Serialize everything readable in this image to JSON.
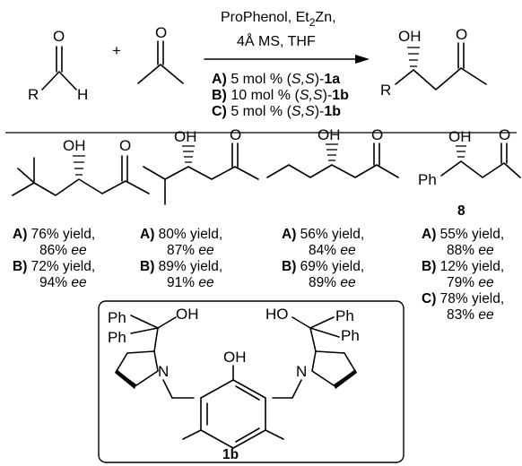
{
  "reaction": {
    "reagent_aldehyde_R": "R",
    "reagent_aldehyde_O": "O",
    "reagent_aldehyde_H": "H",
    "plus": "+",
    "reagent_ketone_O": "O",
    "conditions_line1_a": "ProPhenol, Et",
    "conditions_line1_sub": "2",
    "conditions_line1_b": "Zn,",
    "conditions_line2": "4Å MS, THF",
    "catalyst_options": [
      {
        "label": "A)",
        "amount": " 5 mol % (",
        "stereo": "S,S",
        "close": ")-",
        "catalyst": "1a"
      },
      {
        "label": "B)",
        "amount": " 10 mol % (",
        "stereo": "S,S",
        "close": ")-",
        "catalyst": "1b"
      },
      {
        "label": "C)",
        "amount": " 5 mol % (",
        "stereo": "S,S",
        "close": ")-",
        "catalyst": "1b"
      }
    ],
    "product_R": "R",
    "product_OH": "OH",
    "product_O": "O"
  },
  "examples": [
    {
      "atoms": {
        "oh": "OH",
        "o": "O"
      },
      "results": [
        {
          "label": "A)",
          "yield": " 76% yield,",
          "ee_value": "86% ",
          "ee_unit": "ee"
        },
        {
          "label": "B)",
          "yield": " 72% yield,",
          "ee_value": "94% ",
          "ee_unit": "ee"
        }
      ]
    },
    {
      "atoms": {
        "oh": "OH",
        "o": "O"
      },
      "results": [
        {
          "label": "A)",
          "yield": " 80% yield,",
          "ee_value": "87% ",
          "ee_unit": "ee"
        },
        {
          "label": "B)",
          "yield": " 89% yield,",
          "ee_value": "91% ",
          "ee_unit": "ee"
        }
      ]
    },
    {
      "atoms": {
        "oh": "OH",
        "o": "O"
      },
      "results": [
        {
          "label": "A)",
          "yield": " 56% yield,",
          "ee_value": "84% ",
          "ee_unit": "ee"
        },
        {
          "label": "B)",
          "yield": " 69% yield,",
          "ee_value": "89% ",
          "ee_unit": "ee"
        }
      ]
    },
    {
      "atoms": {
        "oh": "OH",
        "o": "O",
        "ph": "Ph"
      },
      "compound_number": "8",
      "results": [
        {
          "label": "A)",
          "yield": " 55% yield,",
          "ee_value": "88% ",
          "ee_unit": "ee"
        },
        {
          "label": "B)",
          "yield": " 12% yield,",
          "ee_value": "79% ",
          "ee_unit": "ee"
        },
        {
          "label": "C)",
          "yield": " 78% yield,",
          "ee_value": "83% ",
          "ee_unit": "ee"
        }
      ]
    }
  ],
  "ligand": {
    "ph_1": "Ph",
    "ph_2": "Ph",
    "oh_left": "OH",
    "ho_right": "HO",
    "ph_3": "Ph",
    "ph_4": "Ph",
    "n_left": "N",
    "n_right": "N",
    "oh_center": "OH",
    "compound_number": "1b"
  }
}
